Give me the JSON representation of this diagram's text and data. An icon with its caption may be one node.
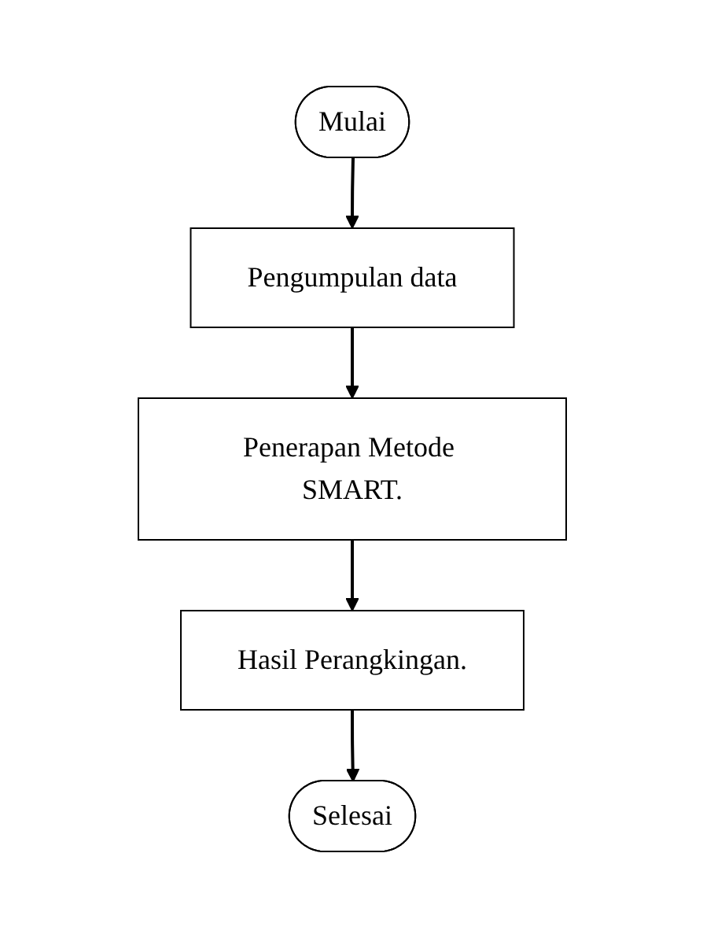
{
  "diagram": {
    "nodes": [
      {
        "text": [
          "Mulai"
        ]
      },
      {
        "text": [
          "Pengumpulan data"
        ]
      },
      {
        "text": [
          "Penerapan Metode SMART."
        ]
      },
      {
        "text": [
          "Hasil Perangkingan."
        ]
      },
      {
        "text": [
          "Selesai"
        ]
      }
    ],
    "edges": [
      {
        "from": 0,
        "to": 1,
        "arrow": "to"
      },
      {
        "from": 1,
        "to": 2,
        "arrow": "to"
      },
      {
        "from": 2,
        "to": 3,
        "arrow": "to"
      },
      {
        "from": 3,
        "to": 4,
        "arrow": "to"
      }
    ]
  }
}
